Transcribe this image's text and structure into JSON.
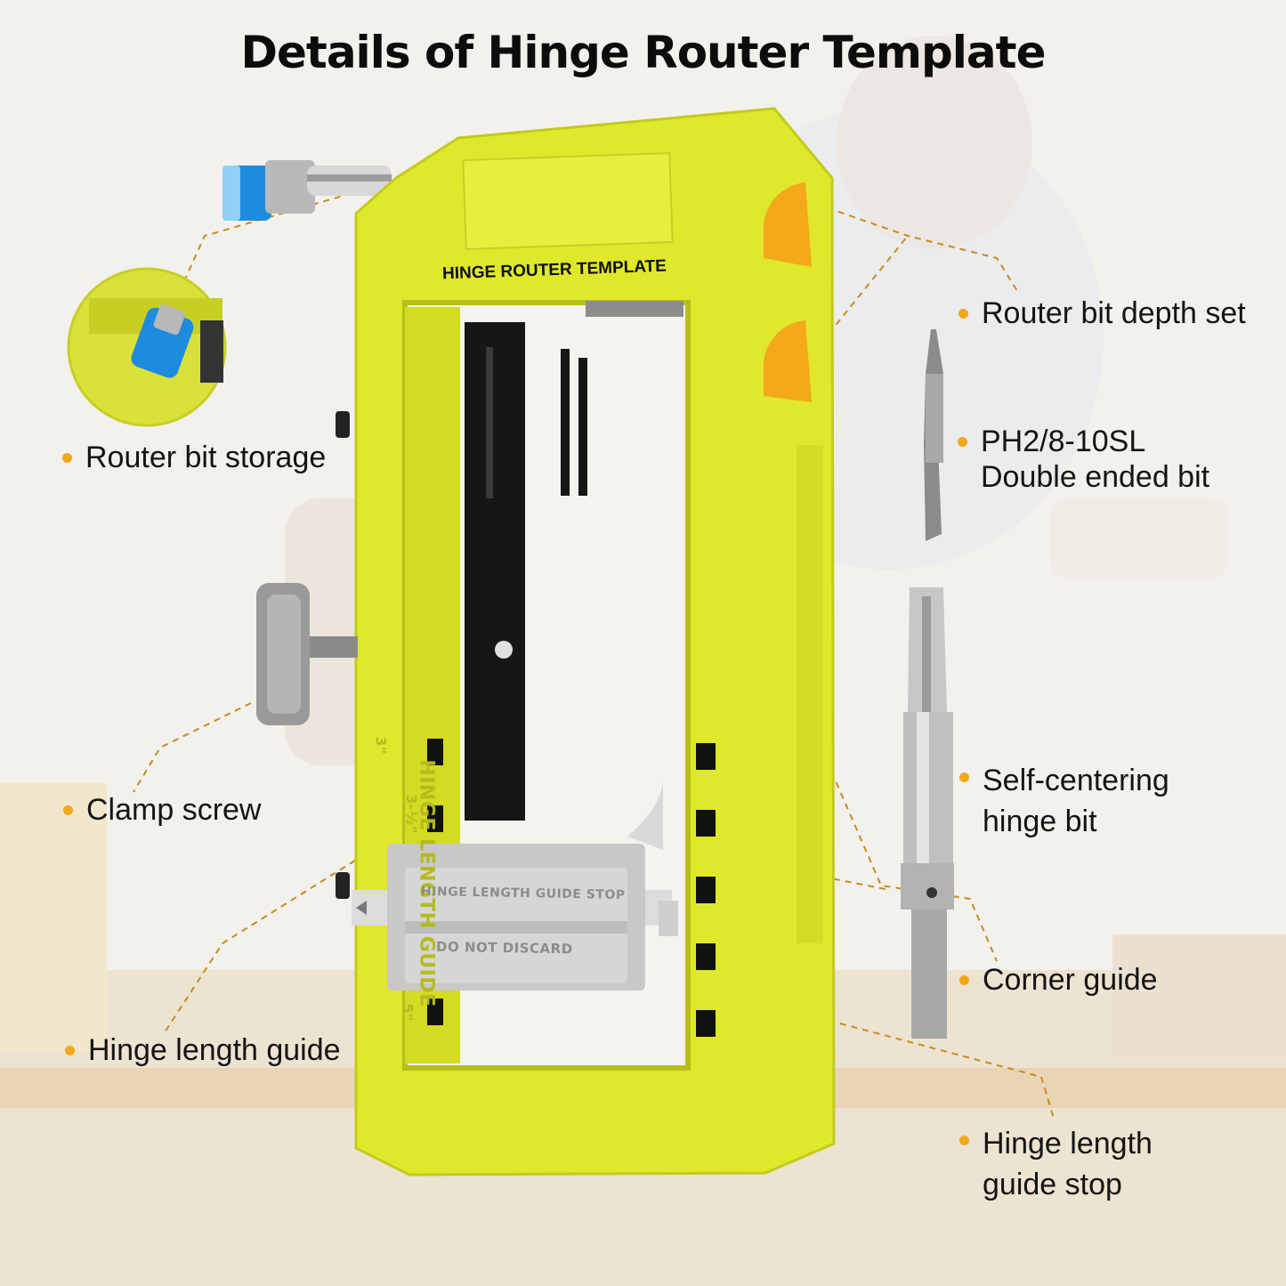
{
  "title": "Details of Hinge Router Template",
  "product": {
    "plate_label": "HINGE ROUTER TEMPLATE",
    "side_label": "HINGE LENGTH GUIDE",
    "scale_marks": [
      "3\"",
      "3-½\"",
      "5\""
    ],
    "stop_label_1": "HINGE LENGTH GUIDE STOP",
    "stop_label_2": "DO NOT DISCARD"
  },
  "callouts": {
    "router_bit_depth_set": "Router bit depth set",
    "router_bit_storage": "Router bit storage",
    "double_ended_bit_1": "PH2/8-10SL",
    "double_ended_bit_2": "Double ended bit",
    "clamp_screw": "Clamp screw",
    "self_centering_1": "Self-centering",
    "self_centering_2": "hinge bit",
    "corner_guide": "Corner guide",
    "hinge_length_guide": "Hinge length guide",
    "guide_stop_1": "Hinge length",
    "guide_stop_2": "guide stop"
  },
  "colors": {
    "template_yellow": "#dfe82a",
    "accent_orange": "#f2a81c",
    "leader_line": "#c98a1c",
    "bit_blue": "#1d8be0"
  }
}
